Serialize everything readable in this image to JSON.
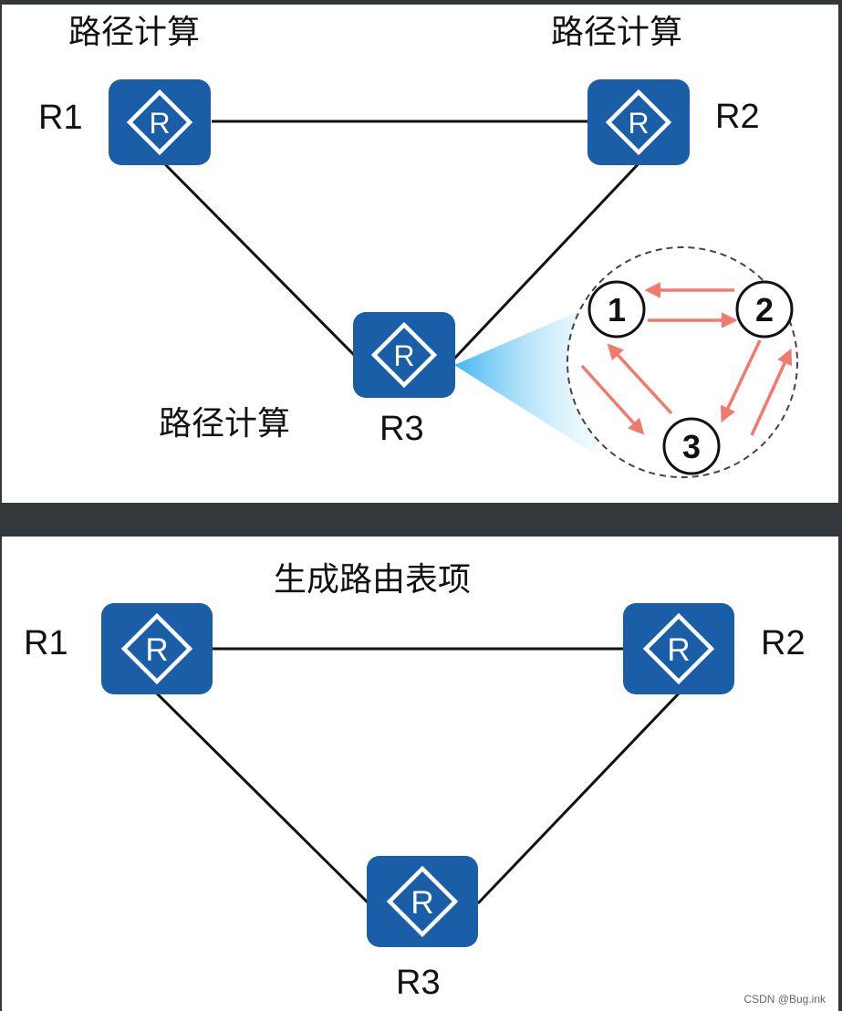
{
  "top": {
    "label_r1": "路径计算",
    "label_r2": "路径计算",
    "label_r3": "路径计算",
    "routers": {
      "r1": "R1",
      "r2": "R2",
      "r3": "R3"
    },
    "router_glyph": "R",
    "steps": {
      "one": "1",
      "two": "2",
      "three": "3"
    }
  },
  "bottom": {
    "caption": "生成路由表项",
    "routers": {
      "r1": "R1",
      "r2": "R2",
      "r3": "R3"
    },
    "router_glyph": "R"
  },
  "watermark": "CSDN @Bug.ink",
  "colors": {
    "router_fill": "#1a5ea8",
    "arrow": "#f07a6e",
    "beam": "#2fb6ef",
    "background": "#34373b"
  },
  "icons": [
    "router-icon",
    "arrow-icon"
  ]
}
